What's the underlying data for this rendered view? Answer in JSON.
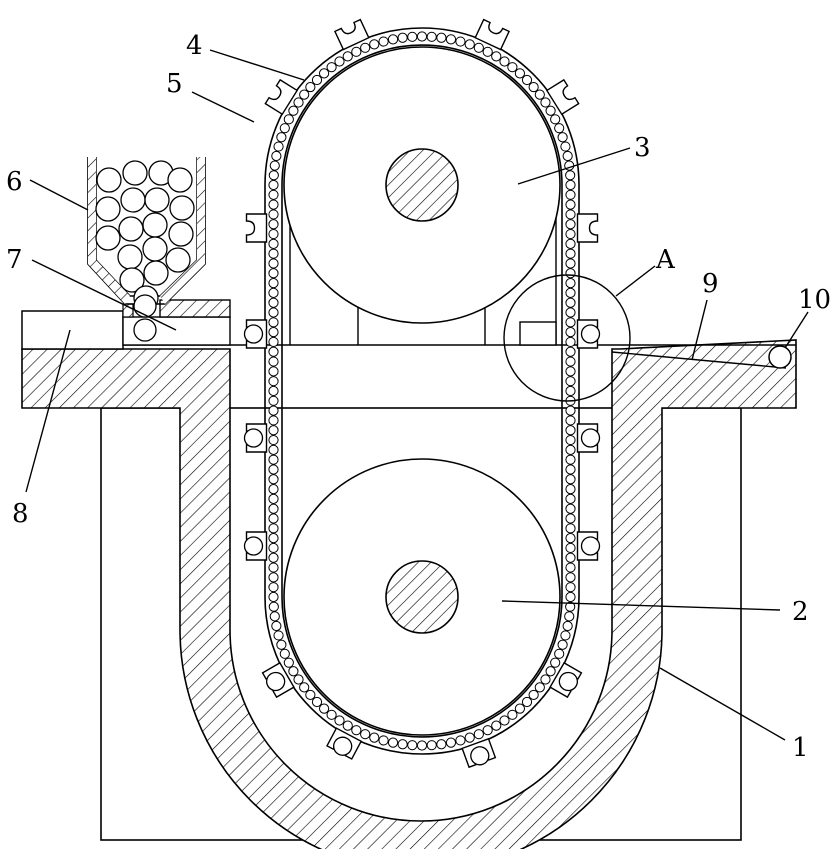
{
  "labels": {
    "l1": "1",
    "l2": "2",
    "l3": "3",
    "l4": "4",
    "l5": "5",
    "l6": "6",
    "l7": "7",
    "l8": "8",
    "l9": "9",
    "l10": "10",
    "detail": "A"
  },
  "colors": {
    "line": "#000000",
    "background": "#ffffff"
  }
}
